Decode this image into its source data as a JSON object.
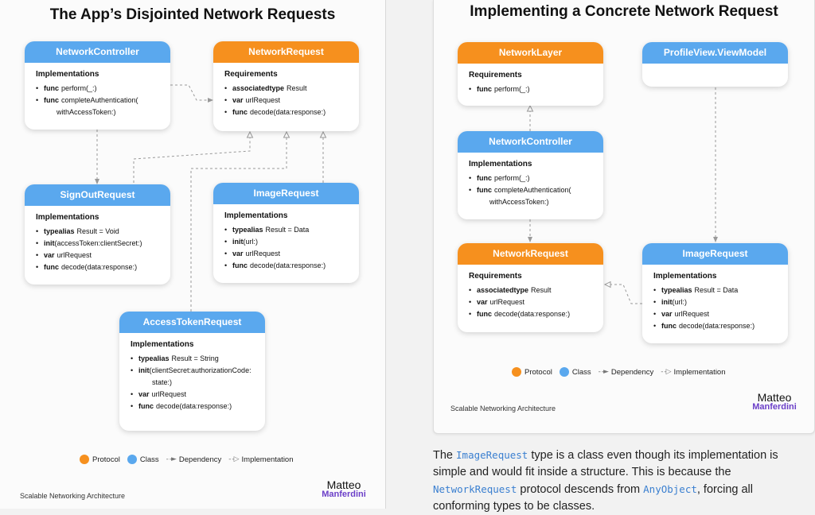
{
  "left": {
    "title": "The App’s Disjointed Network Requests",
    "nodes": {
      "network_controller": {
        "title": "NetworkController",
        "section": "Implementations",
        "rows": [
          {
            "kw": "func",
            "text": "perform(_:)"
          },
          {
            "kw": "func",
            "text": "completeAuthentication("
          }
        ],
        "cont": "withAccessToken:)"
      },
      "network_request": {
        "title": "NetworkRequest",
        "section": "Requirements",
        "rows": [
          {
            "kw": "associatedtype",
            "text": "Result"
          },
          {
            "kw": "var",
            "text": "urlRequest"
          },
          {
            "kw": "func",
            "text": "decode(data:response:)"
          }
        ]
      },
      "signout_request": {
        "title": "SignOutRequest",
        "section": "Implementations",
        "rows": [
          {
            "kw": "typealias",
            "text": "Result = Void"
          },
          {
            "kw": "init",
            "text": "(accessToken:clientSecret:)"
          },
          {
            "kw": "var",
            "text": "urlRequest"
          },
          {
            "kw": "func",
            "text": "decode(data:response:)"
          }
        ]
      },
      "image_request": {
        "title": "ImageRequest",
        "section": "Implementations",
        "rows": [
          {
            "kw": "typealias",
            "text": "Result = Data"
          },
          {
            "kw": "init",
            "text": "(url:)"
          },
          {
            "kw": "var",
            "text": "urlRequest"
          },
          {
            "kw": "func",
            "text": "decode(data:response:)"
          }
        ]
      },
      "access_token_request": {
        "title": "AccessTokenRequest",
        "section": "Implementations",
        "rows": [
          {
            "kw": "typealias",
            "text": "Result = String"
          },
          {
            "kw": "init",
            "text": "(clientSecret:authorizationCode:"
          }
        ],
        "cont": "state:)",
        "rows2": [
          {
            "kw": "var",
            "text": "urlRequest"
          },
          {
            "kw": "func",
            "text": "decode(data:response:)"
          }
        ]
      }
    },
    "legend": {
      "protocol": "Protocol",
      "class": "Class",
      "dependency": "Dependency",
      "implementation": "Implementation"
    },
    "footer": "Scalable Networking Architecture",
    "brand": {
      "line1": "Matteo",
      "line2": "Manferdini"
    }
  },
  "right": {
    "title": "Implementing a Concrete Network Request",
    "nodes": {
      "network_layer": {
        "title": "NetworkLayer",
        "section": "Requirements",
        "rows": [
          {
            "kw": "func",
            "text": "perform(_:)"
          }
        ]
      },
      "profile_view_model": {
        "title": "ProfileView.ViewModel"
      },
      "network_controller": {
        "title": "NetworkController",
        "section": "Implementations",
        "rows": [
          {
            "kw": "func",
            "text": "perform(_:)"
          },
          {
            "kw": "func",
            "text": "completeAuthentication("
          }
        ],
        "cont": "withAccessToken:)"
      },
      "network_request": {
        "title": "NetworkRequest",
        "section": "Requirements",
        "rows": [
          {
            "kw": "associatedtype",
            "text": "Result"
          },
          {
            "kw": "var",
            "text": "urlRequest"
          },
          {
            "kw": "func",
            "text": "decode(data:response:)"
          }
        ]
      },
      "image_request": {
        "title": "ImageRequest",
        "section": "Implementations",
        "rows": [
          {
            "kw": "typealias",
            "text": "Result = Data"
          },
          {
            "kw": "init",
            "text": "(url:)"
          },
          {
            "kw": "var",
            "text": "urlRequest"
          },
          {
            "kw": "func",
            "text": "decode(data:response:)"
          }
        ]
      }
    },
    "legend": {
      "protocol": "Protocol",
      "class": "Class",
      "dependency": "Dependency",
      "implementation": "Implementation"
    },
    "footer": "Scalable Networking Architecture",
    "brand": {
      "line1": "Matteo",
      "line2": "Manferdini"
    }
  },
  "article": {
    "t1": "The ",
    "c1": "ImageRequest",
    "t2": " type is a class even though its implementation is simple and would fit inside a structure. This is because the ",
    "c2": "NetworkRequest",
    "t3": " protocol descends from ",
    "c3": "AnyObject",
    "t4": ", forcing all conforming types to be classes."
  },
  "colors": {
    "protocol": "#f6901e",
    "class": "#5aa8ee",
    "brand_accent": "#6b3fc8",
    "code": "#3a7fd0"
  }
}
